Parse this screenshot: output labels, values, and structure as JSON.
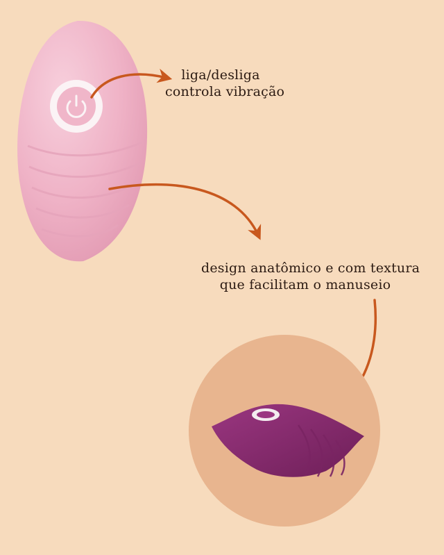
{
  "annotations": [
    {
      "id": "power-button-annotation",
      "lines": [
        "liga/desliga",
        "controla vibração"
      ]
    },
    {
      "id": "texture-annotation",
      "lines": [
        "design anatômico e com textura",
        "que facilitam o manuseio"
      ]
    }
  ],
  "colors": {
    "background": "#f7dbbd",
    "arrow": "#c8581e",
    "pink_device": "#f1b9cc",
    "purple_device": "#8a2a6f",
    "circle_backdrop": "#e8b58f"
  },
  "icons": [
    "power-icon",
    "curved-arrow-icon"
  ]
}
